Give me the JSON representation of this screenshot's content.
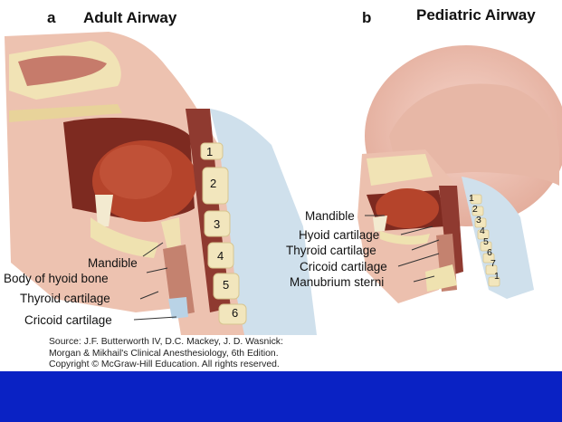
{
  "panels": {
    "a": {
      "letter": "a",
      "title": "Adult Airway"
    },
    "b": {
      "letter": "b",
      "title": "Pediatric Airway"
    }
  },
  "adult_labels": {
    "mandible": "Mandible",
    "hyoid": "Body of hyoid bone",
    "thyroid": "Thyroid cartilage",
    "cricoid": "Cricoid cartilage"
  },
  "adult_vertebrae": [
    "1",
    "2",
    "3",
    "4",
    "5",
    "6"
  ],
  "pediatric_labels": {
    "mandible": "Mandible",
    "hyoid": "Hyoid cartilage",
    "thyroid": "Thyroid cartilage",
    "cricoid": "Cricoid cartilage",
    "manubrium": "Manubrium sterni"
  },
  "pediatric_vertebrae": [
    "1",
    "2",
    "3",
    "4",
    "5",
    "6",
    "7",
    "1"
  ],
  "source": {
    "line1": "Source: J.F. Butterworth IV, D.C. Mackey, J. D. Wasnick:",
    "line2": "Morgan & Mikhail's Clinical Anesthesiology, 6th Edition.",
    "line3": "Copyright © McGraw-Hill Education. All rights reserved."
  },
  "colors": {
    "bottom_bar": "#0a22c4",
    "bone": "#efe2b0",
    "skin": "#e9b9a6",
    "tissue": "#a0473c",
    "tongue": "#b5442b",
    "spine_blue": "#c9dbe8"
  }
}
